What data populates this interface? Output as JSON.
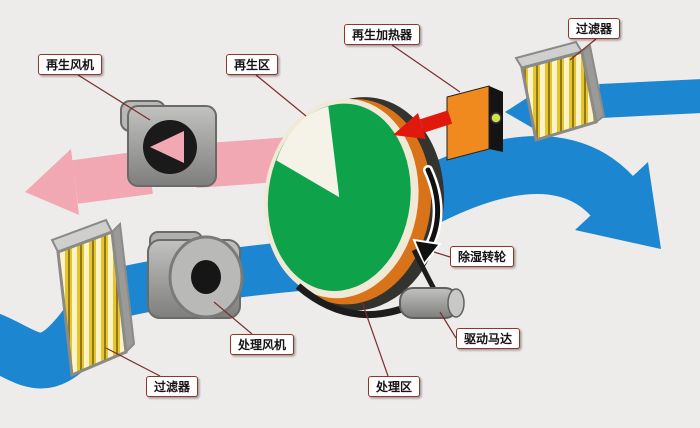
{
  "diagram": {
    "labels": {
      "regen_fan": "再生风机",
      "regen_zone": "再生区",
      "regen_heater": "再生加热器",
      "filter_top": "过滤器",
      "wheel": "除湿转轮",
      "drive_motor": "驱动马达",
      "process_zone": "处理区",
      "process_fan": "处理风机",
      "filter_bottom": "过滤器"
    },
    "colors": {
      "process_air": "#1d86d0",
      "regen_exhaust": "#f2a8b2",
      "hot_air": "#e1180c",
      "wheel_face": "#0ea24b",
      "wheel_desiccant": "#d9731a",
      "wheel_rim": "#33332f",
      "heater_face": "#f08a1e",
      "filter_media": "#e8c42c",
      "metal": "#9c9c9a",
      "belt": "#1c1c1c"
    }
  }
}
